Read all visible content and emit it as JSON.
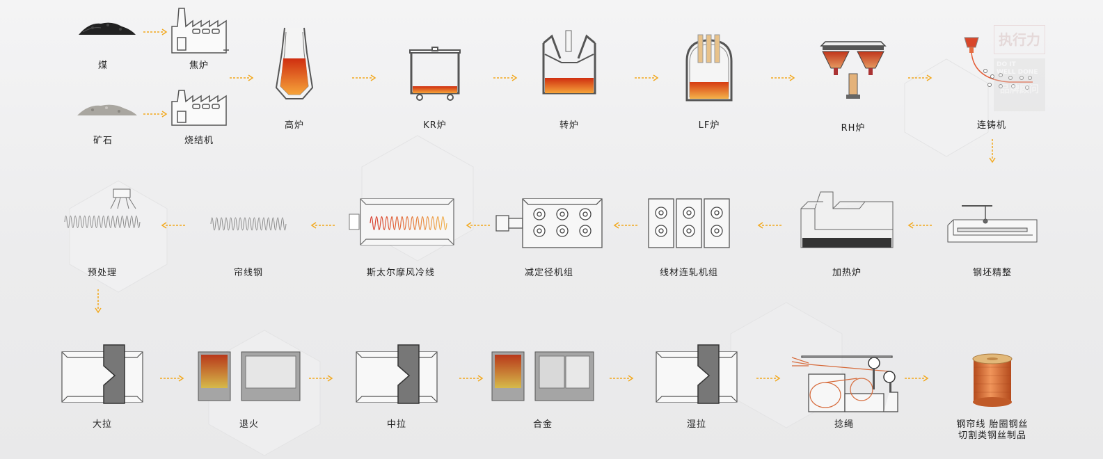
{
  "nodes": {
    "coal": "煤",
    "coke_oven": "焦炉",
    "ore": "矿石",
    "sinter": "烧结机",
    "blast_furnace": "高炉",
    "kr_furnace": "KR炉",
    "converter": "转炉",
    "lf_furnace": "LF炉",
    "rh_furnace": "RH炉",
    "caster": "连铸机",
    "billet_finishing": "钢坯精整",
    "reheating_furnace": "加热炉",
    "rolling_mill": "线材连轧机组",
    "reducing_sizing": "减定径机组",
    "stelmor": "斯太尔摩风冷线",
    "cord_steel": "帘线钢",
    "pretreatment": "预处理",
    "rough_drawing": "大拉",
    "annealing": "退火",
    "middle_drawing": "中拉",
    "alloying": "合金",
    "wet_drawing": "湿拉",
    "stranding": "捻绳",
    "product_line1": "钢帘线 胎圈钢丝",
    "product_line2": "切割类钢丝制品"
  },
  "watermark": {
    "brand": "执行力",
    "slogan1": "DO IT",
    "slogan2": "WELL DONE",
    "tagline": "品牌顾问"
  },
  "colors": {
    "arrow": "#f2a81d",
    "molten_top": "#d23a10",
    "molten_bottom": "#f6a43a",
    "copper": "#d9733a",
    "outline": "#555555"
  }
}
